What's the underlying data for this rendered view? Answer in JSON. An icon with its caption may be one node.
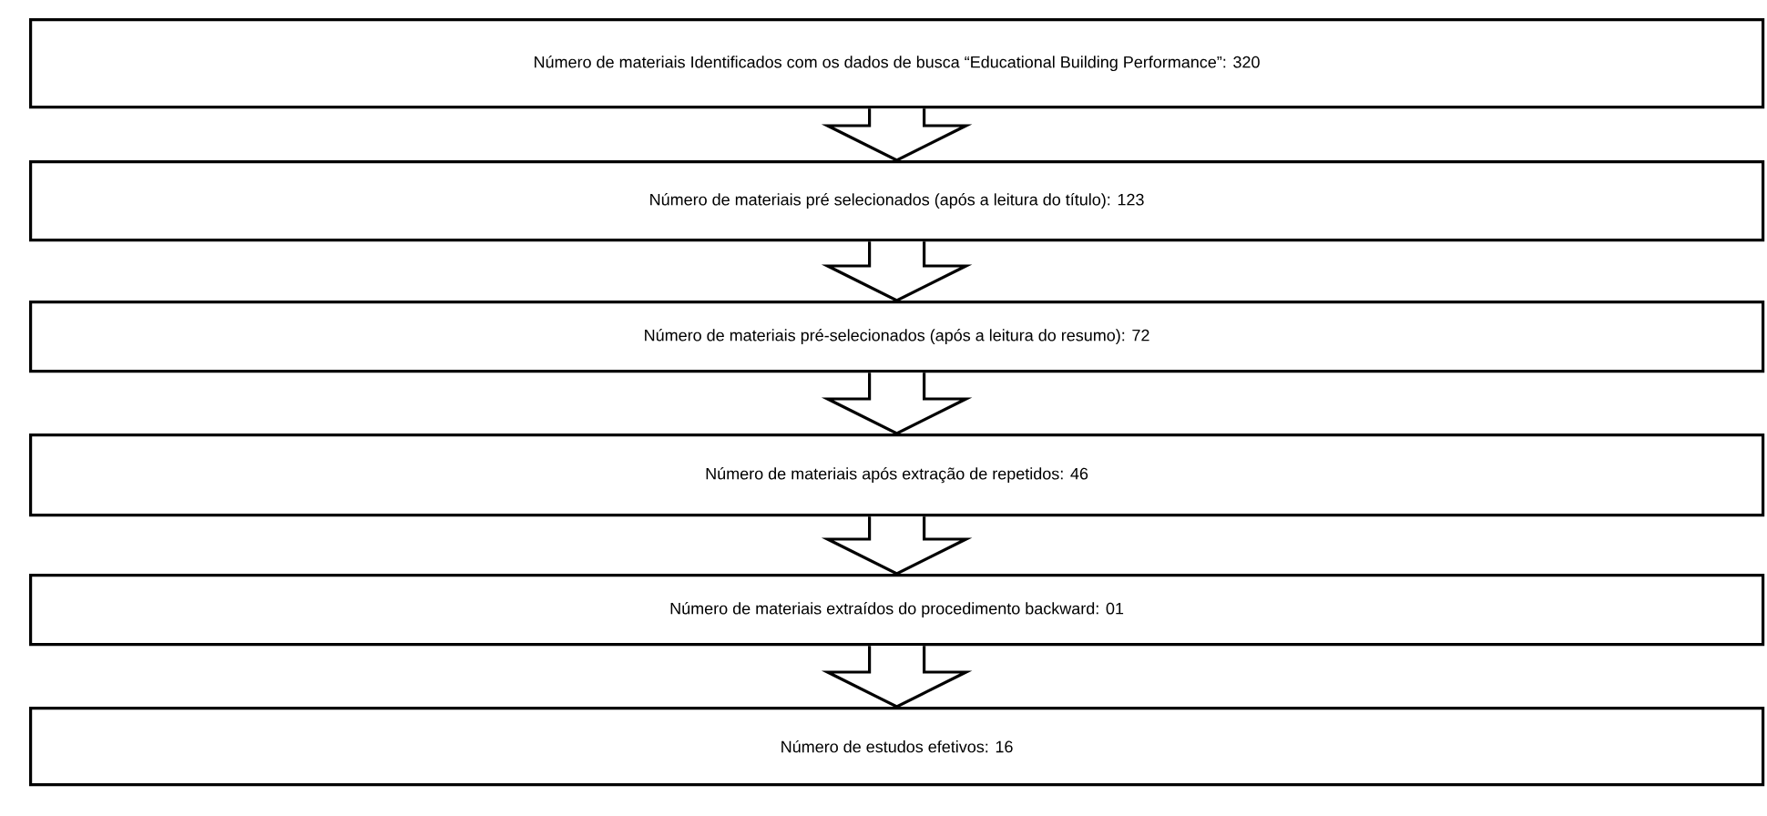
{
  "diagram": {
    "nodes": [
      {
        "text": [
          "Número de materiais Identificados com os dados de busca “Educational Building Performance”: 320"
        ]
      },
      {
        "text": [
          "Número de materiais pré selecionados (após a leitura do título): 123"
        ]
      },
      {
        "text": [
          "Número de materiais pré-selecionados (após a leitura do resumo): 72"
        ]
      },
      {
        "text": [
          "Número de materiais após extração de repetidos: 46"
        ]
      },
      {
        "text": [
          "Número de materiais extraídos do procedimento backward: 01"
        ]
      },
      {
        "text": [
          "Número de estudos efetivos: 16"
        ]
      }
    ],
    "edges": [
      {
        "from": 0,
        "to": 1,
        "arrow": "to"
      },
      {
        "from": 1,
        "to": 2,
        "arrow": "to"
      },
      {
        "from": 2,
        "to": 3,
        "arrow": "to"
      },
      {
        "from": 3,
        "to": 4,
        "arrow": "to"
      },
      {
        "from": 4,
        "to": 5,
        "arrow": "to"
      }
    ]
  }
}
